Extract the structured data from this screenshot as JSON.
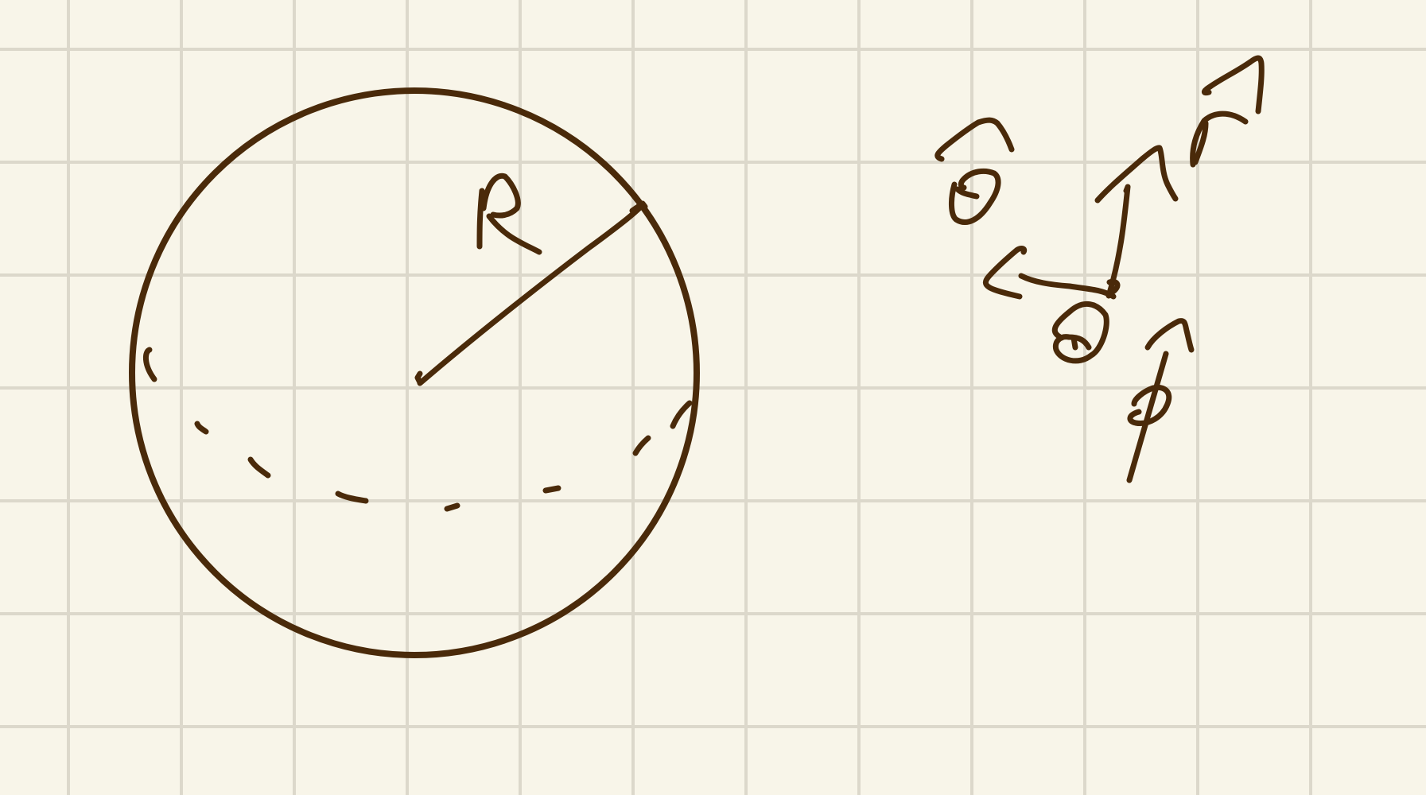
{
  "canvas": {
    "background": "#f8f5e9",
    "grid_color": "#dcd8cb",
    "ink_color": "#4a2a0a"
  },
  "diagram": {
    "labels": {
      "radius": "R",
      "unit_theta": "θ̂",
      "unit_r": "r̂",
      "unit_phi": "φ̂",
      "angle_theta": "θ",
      "angle_phi": "φ"
    },
    "icons": {
      "circle": "sphere-outline",
      "equator": "dashed-ellipse",
      "vectors": "unit-vector-arrows"
    }
  }
}
